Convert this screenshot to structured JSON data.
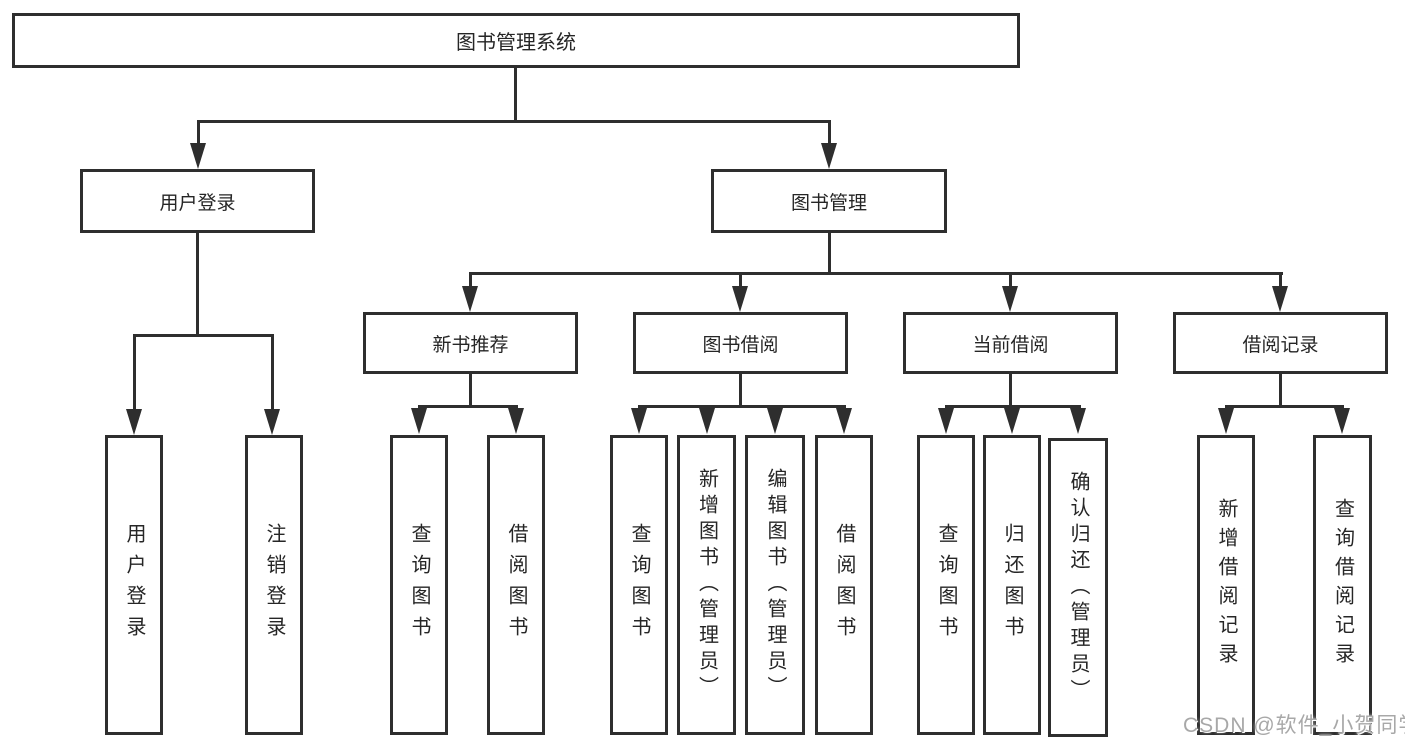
{
  "nodes": {
    "system": "图书管理系统",
    "user_login": "用户登录",
    "book_management": "图书管理",
    "new_book_recommend": "新书推荐",
    "book_borrow": "图书借阅",
    "current_borrow": "当前借阅",
    "borrow_record": "借阅记录",
    "leaf_user_login": "用户登录",
    "leaf_logout": "注销登录",
    "leaf_nbr_query_book": "查询图书",
    "leaf_nbr_borrow_book": "借阅图书",
    "leaf_bb_query_book": "查询图书",
    "leaf_bb_add_book_admin": "新增图书（管理员）",
    "leaf_bb_edit_book_admin": "编辑图书（管理员）",
    "leaf_bb_borrow_book": "借阅图书",
    "leaf_cb_query_book": "查询图书",
    "leaf_cb_return_book": "归还图书",
    "leaf_cb_confirm_return_admin": "确认归还（管理员）",
    "leaf_br_add_record": "新增借阅记录",
    "leaf_br_query_record": "查询借阅记录"
  },
  "watermark": "CSDN @软件_小贺同学",
  "colors": {
    "line": "#2e2e2e",
    "box_border": "#2e2e2e",
    "box_fill": "#ffffff",
    "text": "#262626",
    "watermark": "#a8a8a8"
  }
}
